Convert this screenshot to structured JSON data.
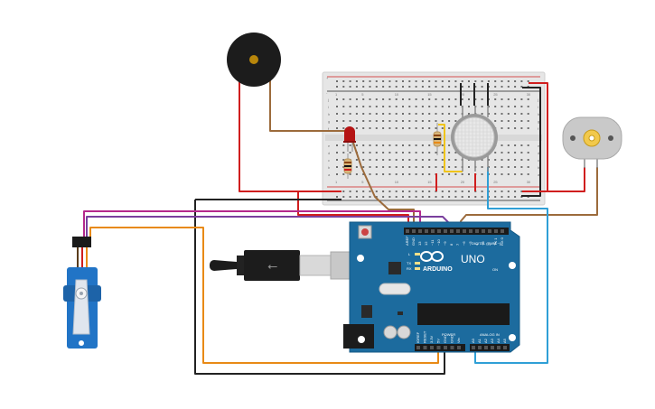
{
  "board": {
    "logo_text": "ARDUINO",
    "model": "UNO",
    "digital_label": "DIGITAL (PWM ~)",
    "power_label": "POWER",
    "analog_label": "ANALOG IN",
    "tx_label": "TX",
    "rx_label": "RX",
    "l_label": "L",
    "on_label": "ON",
    "digital_pins": [
      "AREF",
      "GND",
      "13",
      "12",
      "~11",
      "~10",
      "~9",
      "8",
      "7",
      "~6",
      "~5",
      "4",
      "~3",
      "2",
      "TX 1",
      "RX 0"
    ],
    "power_pins": [
      "IOREF",
      "RESET",
      "3.3V",
      "5V",
      "GND",
      "GND",
      "Vin"
    ],
    "analog_pins": [
      "A0",
      "A1",
      "A2",
      "A3",
      "A4",
      "A5"
    ]
  },
  "breadboard": {
    "row_letters": [
      "a",
      "b",
      "c",
      "d",
      "e",
      "f",
      "g",
      "h",
      "i",
      "j"
    ],
    "column_numbers": [
      "1",
      "5",
      "10",
      "15",
      "20",
      "25",
      "30"
    ],
    "rail_plus": "+",
    "rail_minus": "-"
  },
  "colors": {
    "wire_red": "#d01e1e",
    "wire_black": "#222222",
    "wire_brown": "#9c6b3c",
    "wire_blue": "#2f9fd6",
    "wire_orange": "#e88a16",
    "wire_purple": "#7a3f9e",
    "wire_magenta": "#b5288c",
    "wire_yellow": "#f0c419",
    "arduino_blue": "#1c6b9e",
    "servo_blue": "#2174c6"
  },
  "components": {
    "buzzer": "piezo-buzzer",
    "led": "red-led",
    "sensor": "gas-sensor",
    "motor": "dc-motor",
    "servo": "micro-servo",
    "cable": "usb-cable"
  }
}
